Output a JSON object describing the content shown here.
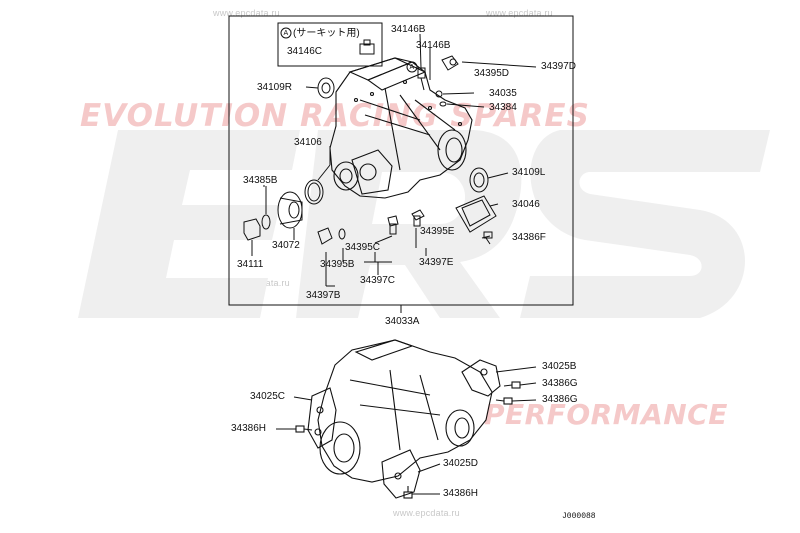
{
  "watermark": {
    "site_top_left": "www.epcdata.ru",
    "site_top_right": "www.epcdata.ru",
    "site_mid": "www.epcdata.ru",
    "site_bottom": "www.epcdata.ru",
    "brand_line1": "EVOLUTION RACING SPARES",
    "brand_line2": "PERFORMANCE",
    "logo_letters": "ERS",
    "logo_color": "#eeeeee",
    "text_color": "#f5c9c9"
  },
  "callout_box": {
    "marker": "A",
    "note": "(サーキット用)",
    "part": "34146C"
  },
  "labels": {
    "p34146B_a": "34146B",
    "p34146B_b": "34146B",
    "p34397D": "34397D",
    "p34395D": "34395D",
    "p34109R": "34109R",
    "p34035": "34035",
    "p34384": "34384",
    "p34106": "34106",
    "p34109L": "34109L",
    "p34385B": "34385B",
    "p34046": "34046",
    "p34072": "34072",
    "p34395E": "34395E",
    "p34386F": "34386F",
    "p34395C": "34395C",
    "p34111": "34111",
    "p34395B": "34395B",
    "p34397E": "34397E",
    "p34397C": "34397C",
    "p34397B": "34397B",
    "p34033A": "34033A",
    "p34025B": "34025B",
    "p34386G_a": "34386G",
    "p34386G_b": "34386G",
    "p34025C": "34025C",
    "p34386H_a": "34386H",
    "p34025D": "34025D",
    "p34386H_b": "34386H",
    "marker_a": "A"
  },
  "diagram_code": "J000088"
}
